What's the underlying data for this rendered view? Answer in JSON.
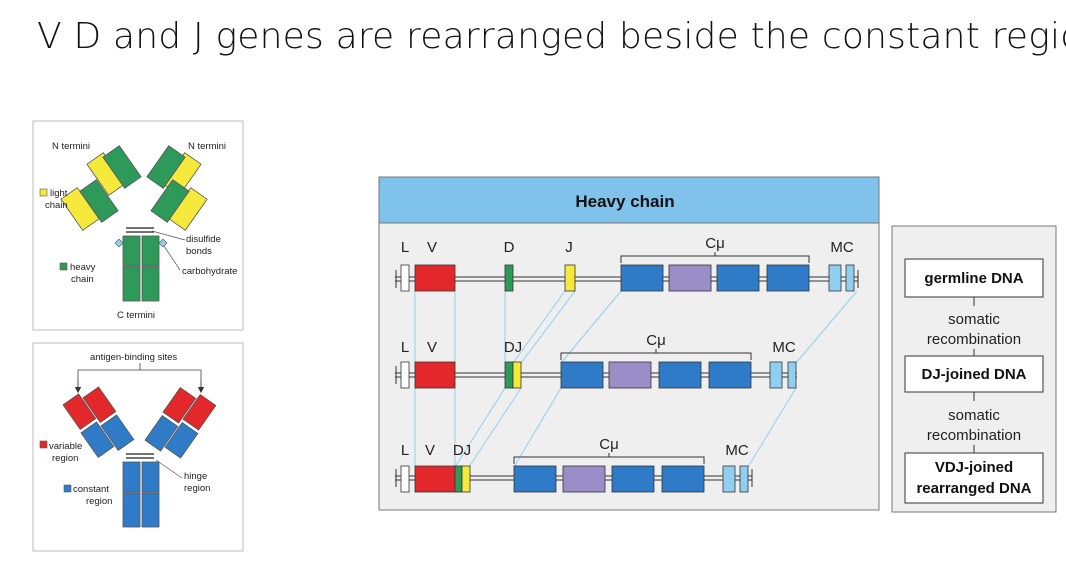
{
  "title": "V D and J genes are rearranged beside the constant region.",
  "antibody_top": {
    "n_termini_left": "N termini",
    "n_termini_right": "N termini",
    "light_chain": [
      "light",
      "chain"
    ],
    "heavy_chain": [
      "heavy",
      "chain"
    ],
    "disulfide_bonds": [
      "disulfide",
      "bonds"
    ],
    "carbohydrate": "carbohydrate",
    "c_termini": "C termini"
  },
  "antibody_bottom": {
    "antigen_binding_sites": "antigen-binding sites",
    "variable_region": [
      "variable",
      "region"
    ],
    "constant_region": [
      "constant",
      "region"
    ],
    "hinge_region": [
      "hinge",
      "region"
    ]
  },
  "heavy_chain_panel": {
    "header": "Heavy chain",
    "row1": {
      "L": "L",
      "V": "V",
      "D": "D",
      "J": "J",
      "C": "Cμ",
      "MC": "MC"
    },
    "row2": {
      "L": "L",
      "V": "V",
      "DJ": "DJ",
      "C": "Cμ",
      "MC": "MC"
    },
    "row3": {
      "L": "L",
      "V": "V",
      "DJ": "DJ",
      "C": "Cμ",
      "MC": "MC"
    }
  },
  "flow_panel": {
    "germline": "germline DNA",
    "step1": [
      "somatic",
      "recombination"
    ],
    "dj_joined": "DJ-joined DNA",
    "step2": [
      "somatic",
      "recombination"
    ],
    "vdj_joined": [
      "VDJ-joined",
      "rearranged DNA"
    ]
  },
  "colors": {
    "red": "#e2282a",
    "green": "#2e9a59",
    "yellow": "#f5ea3c",
    "blue": "#2f7bc8",
    "purple": "#9b8ec8",
    "light_blue": "#8fd0f0",
    "header_bg": "#7fc3ec",
    "panel_bg": "#efefef"
  }
}
